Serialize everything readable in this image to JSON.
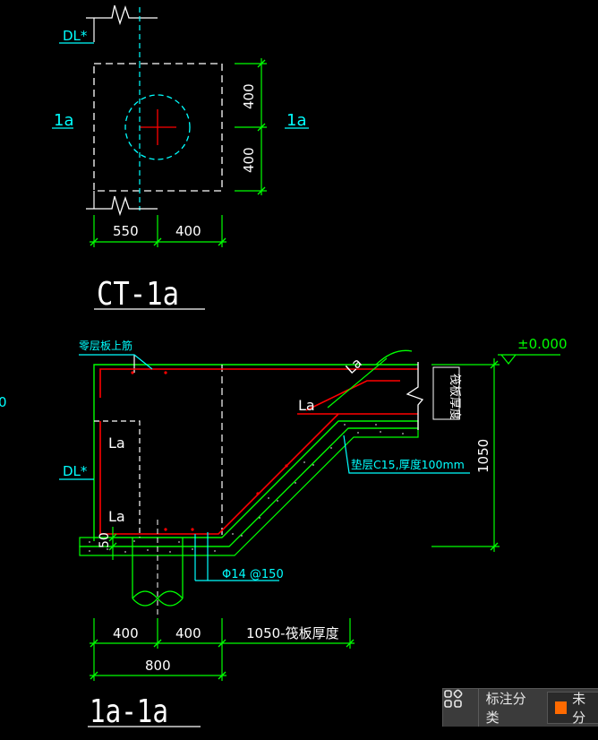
{
  "plan": {
    "dl_label": "DL*",
    "section_mark_left": "1a",
    "section_mark_right": "1a",
    "dim_right_top": "400",
    "dim_right_bottom": "400",
    "dim_bottom_left": "550",
    "dim_bottom_right": "400",
    "title": "CT-1a"
  },
  "section": {
    "edge_label": "0",
    "rebar_note": "零层板上筋",
    "la_labels": [
      "La",
      "La",
      "La",
      "La"
    ],
    "dl_label": "DL*",
    "raft_note": "筏板厚度",
    "cushion_note": "垫层C15,厚度100mm",
    "elev_label": "±0.000",
    "dim_vertical": "1050",
    "dim_50": "50",
    "bar_note": "Φ14 @150",
    "dim_bottom_1": "400",
    "dim_bottom_2": "400",
    "dim_bottom_3": "1050-筏板厚度",
    "dim_total": "800",
    "title": "1a-1a"
  },
  "toolbar": {
    "classify_label": "标注分类",
    "category_label": "未分"
  },
  "colors": {
    "background": "#000000",
    "green": "#00ff00",
    "white": "#ffffff",
    "cyan": "#00ffff",
    "red": "#ff0000",
    "orange": "#ff6a00"
  }
}
